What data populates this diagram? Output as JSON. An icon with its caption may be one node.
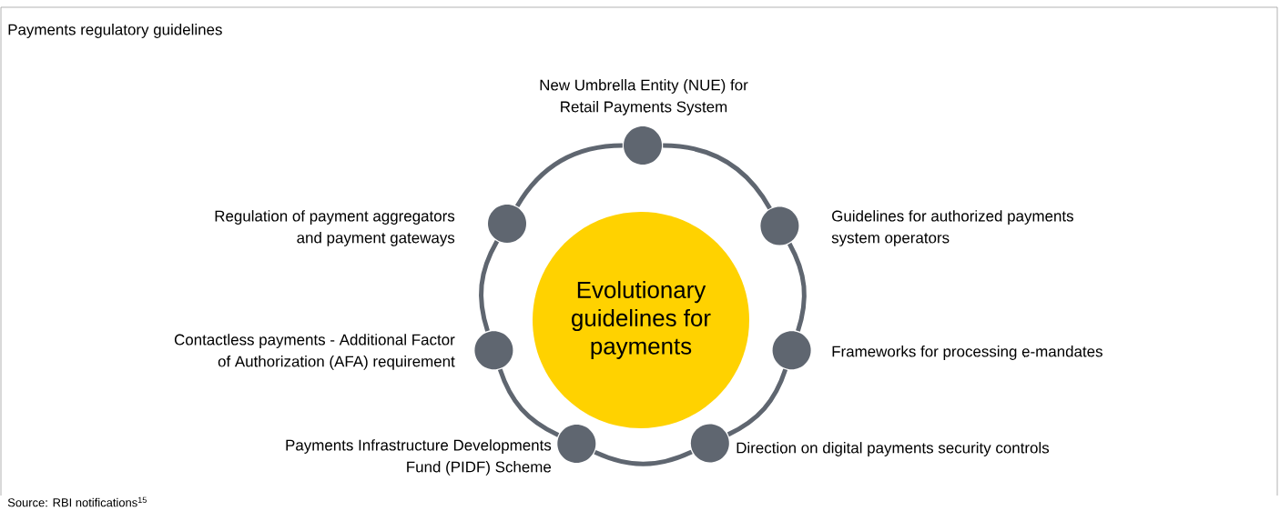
{
  "diagram": {
    "title": "Payments regulatory guidelines",
    "caption": "Source: RBI notifications$^{15}$",
    "nodes": [
      {
        "text": [
          "Evolutionary guidelines for payments"
        ]
      },
      {
        "text": [],
        "shape": "circle",
        "beside": [
          "New Umbrella Entity (NUE) for Retail Payments System"
        ]
      },
      {
        "text": [],
        "shape": "circle",
        "beside": [
          "Regulation of payment aggregators and payment gateways"
        ]
      },
      {
        "text": [],
        "shape": "circle",
        "beside": [
          "Guidelines for authorized payments system operators"
        ]
      },
      {
        "text": [],
        "shape": "circle",
        "beside": [
          "Contactless payments - Additional Factor of Authorization (AFA) requirement"
        ]
      },
      {
        "text": [],
        "shape": "circle",
        "beside": [
          "Frameworks for processing e-mandates"
        ]
      },
      {
        "text": [],
        "shape": "circle",
        "beside": [
          "Payments Infrastructure Developments Fund (PIDF) Scheme"
        ]
      },
      {
        "text": [],
        "shape": "circle",
        "beside": [
          "Direction on digital payments security controls"
        ]
      }
    ],
    "edges": [
      {
        "from": 1,
        "to": 3,
        "arrow": "none"
      },
      {
        "from": 3,
        "to": 5,
        "arrow": "none"
      },
      {
        "from": 5,
        "to": 7,
        "arrow": "none"
      },
      {
        "from": 7,
        "to": 6,
        "arrow": "none"
      },
      {
        "from": 6,
        "to": 4,
        "arrow": "none"
      },
      {
        "from": 4,
        "to": 2,
        "arrow": "none"
      },
      {
        "from": 2,
        "to": 1,
        "arrow": "none"
      }
    ]
  }
}
